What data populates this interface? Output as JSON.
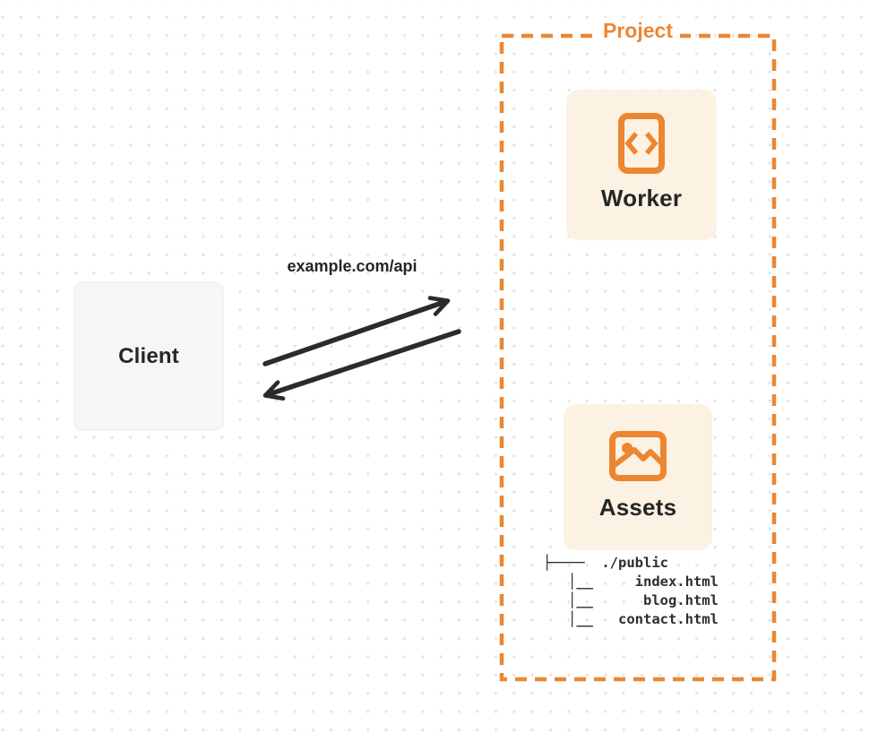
{
  "client": {
    "label": "Client"
  },
  "request": {
    "url": "example.com/api"
  },
  "project": {
    "label": "Project",
    "worker": {
      "label": "Worker",
      "icon": "code-document-icon"
    },
    "assets": {
      "label": "Assets",
      "icon": "image-icon"
    },
    "file_tree": {
      "lines": [
        "├────  ./public",
        "   │__     index.html",
        "   │__      blog.html",
        "   │__   contact.html"
      ]
    }
  },
  "colors": {
    "orange": "#ed8630",
    "card_background": "#fcf2e3",
    "client_background": "#f6f6f7",
    "arrow": "#2b2b2b",
    "text_dark": "#262626",
    "dot_grid": "#e4e4e4"
  }
}
